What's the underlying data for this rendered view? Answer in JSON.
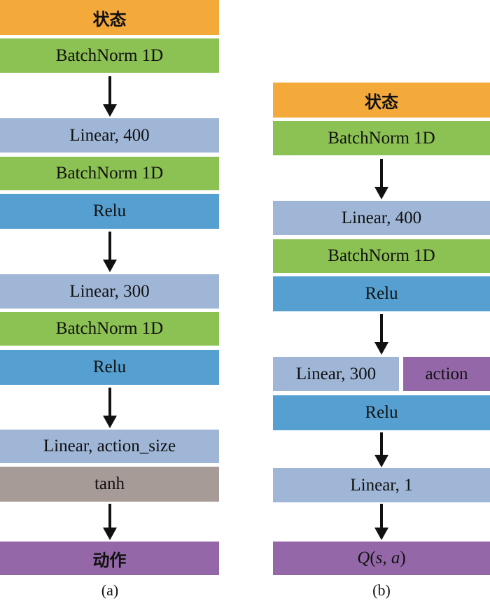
{
  "colors": {
    "state": "#f4a93b",
    "batchnorm": "#8cc153",
    "linear": "#9fb6d6",
    "relu": "#55a0d1",
    "tanh": "#a69b97",
    "output": "#9468a8",
    "arrow": "#111111"
  },
  "panel_a": {
    "caption": "(a)",
    "blocks": [
      "状态",
      "BatchNorm 1D",
      "Linear, 400",
      "BatchNorm 1D",
      "Relu",
      "Linear, 300",
      "BatchNorm 1D",
      "Relu",
      "Linear, action_size",
      "tanh",
      "动作"
    ]
  },
  "panel_b": {
    "caption": "(b)",
    "blocks": [
      "状态",
      "BatchNorm 1D",
      "Linear, 400",
      "BatchNorm 1D",
      "Relu",
      "Linear, 300",
      "action",
      "Relu",
      "Linear, 1"
    ],
    "output_label": {
      "func": "Q",
      "open": "(",
      "s": "s",
      "sep": ", ",
      "a": "a",
      "close": ")"
    }
  }
}
